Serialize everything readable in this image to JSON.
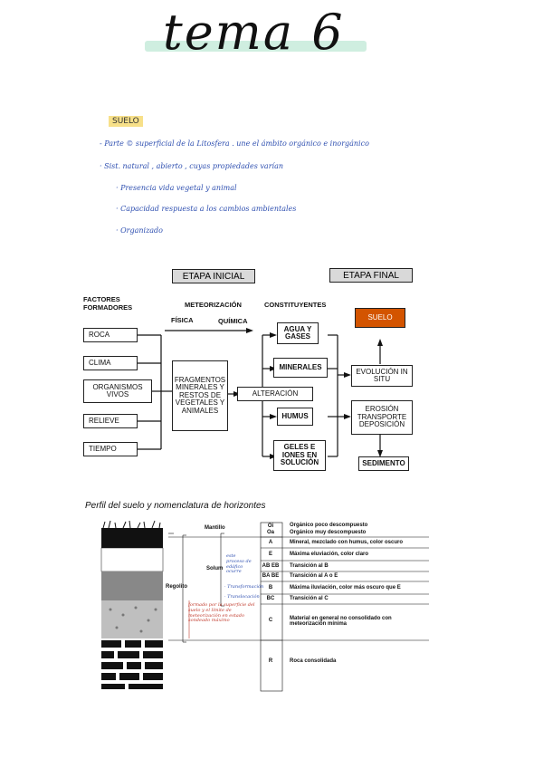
{
  "header": {
    "title": "tema 6"
  },
  "notes": {
    "tag": "SUELO",
    "lines": [
      "- Parte © superficial de la Litosfera . une el ámbito orgánico e inorgánico",
      "· Sist. natural , abierto , cuyas propiedades varían",
      "· Presencia vida vegetal y animal",
      "· Capacidad respuesta a los cambios ambientales",
      "· Organizado"
    ]
  },
  "diagram": {
    "etapa_inicial": "ETAPA INICIAL",
    "etapa_final": "ETAPA FINAL",
    "factores": "FACTORES FORMADORES",
    "meteorizacion": "METEORIZACIÓN",
    "fisica": "FÍSICA",
    "quimica": "QUÍMICA",
    "constituyentes": "CONSTITUYENTES",
    "factors": [
      "ROCA",
      "CLIMA",
      "ORGANISMOS VIVOS",
      "RELIEVE",
      "TIEMPO"
    ],
    "fragmentos": "FRAGMENTOS MINERALES Y RESTOS DE VEGETALES Y ANIMALES",
    "alteracion": "ALTERACIÓN",
    "agua": "AGUA Y GASES",
    "minerales": "MINERALES",
    "humus": "HUMUS",
    "geles": "GELES E IONES EN SOLUCIÓN",
    "suelo": "SUELO",
    "evolucion": "EVOLUCIÓN IN SITU",
    "erosion": "EROSIÓN TRANSPORTE DEPOSICIÓN",
    "sedimento": "SEDIMENTO",
    "suelo_color": "#d35400"
  },
  "profile": {
    "title": "Perfil del suelo y nomenclatura de horizontes",
    "mantillo": "Mantillo",
    "solum": "Solum",
    "regolito": "Regolito",
    "codes": [
      "Oi",
      "Oa",
      "A",
      "E",
      "AB EB",
      "BA BE",
      "B",
      "BC",
      "C",
      "R"
    ],
    "descriptions": [
      "Orgánico poco descompuesto",
      "Orgánico muy descompuesto",
      "Mineral, mezclado con humus, color oscuro",
      "Máxima eluviación, color claro",
      "Transición al B",
      "Transición al A o E",
      "Máxima iluviación, color más oscuro que E",
      "Transición al C",
      "Material en general no consolidado con meteorización mínima",
      "Roca consolidada"
    ],
    "note_blue": "este proceso de edáfico ocurre",
    "note_blue2": "· Transformación",
    "note_blue3": "· Translocación",
    "note_red": "formado por la superficie del suelo y el límite de meteorización en estado sondeado máximo"
  }
}
